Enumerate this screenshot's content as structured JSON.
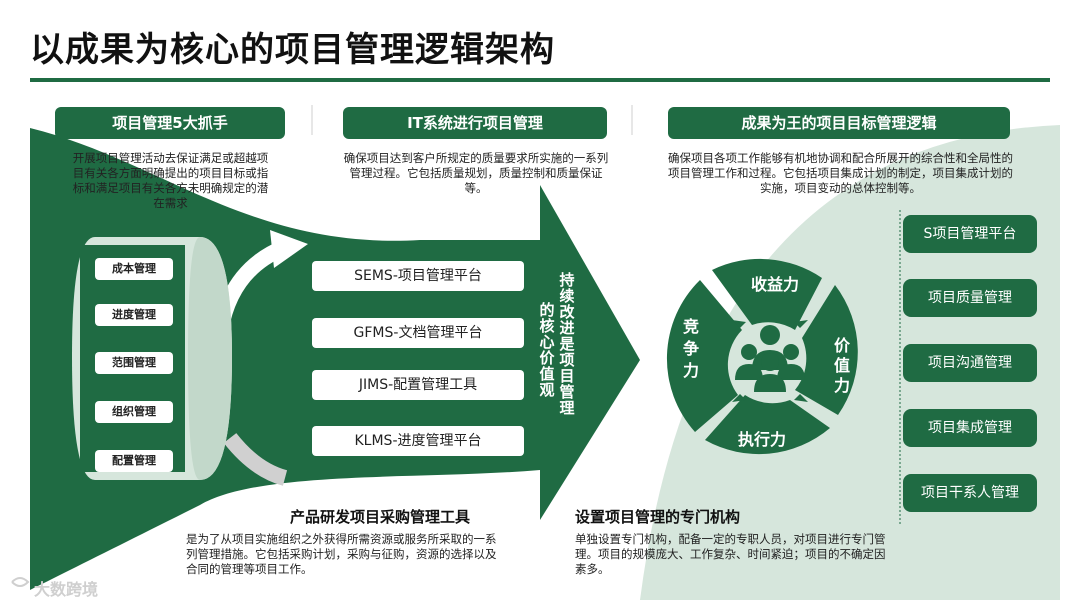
{
  "title": "以成果为核心的项目管理逻辑架构",
  "colors": {
    "primary": "#1f6b43",
    "light": "#d6e6dc"
  },
  "sections": [
    {
      "header": "项目管理5大抓手",
      "desc": "开展项目管理活动去保证满足或超越项目有关各方面明确提出的项目目标或指标和满足项目有关各方未明确规定的潜在需求"
    },
    {
      "header": "IT系统进行项目管理",
      "desc": "确保项目达到客户所规定的质量要求所实施的一系列管理过程。它包括质量规划，质量控制和质量保证等。"
    },
    {
      "header": "成果为王的项目目标管理逻辑",
      "desc": "确保项目各项工作能够有机地协调和配合所展开的综合性和全局性的项目管理工作和过程。它包括项目集成计划的制定，项目集成计划的实施，项目变动的总体控制等。"
    }
  ],
  "drum_items": [
    "成本管理",
    "进度管理",
    "范围管理",
    "组织管理",
    "配置管理"
  ],
  "platforms": [
    "SEMS-项目管理平台",
    "GFMS-文档管理平台",
    "JIMS-配置管理工具",
    "KLMS-进度管理平台"
  ],
  "arrow_text": {
    "col1": "持续改进是项目管理",
    "col2": "的核心价值观"
  },
  "circle": {
    "top": "收益力",
    "right": "价值力",
    "bottom": "执行力",
    "left": "竞争力"
  },
  "mgmt_items": [
    "S项目管理平台",
    "项目质量管理",
    "项目沟通管理",
    "项目集成管理",
    "项目干系人管理"
  ],
  "bottom_left": {
    "title": "产品研发项目采购管理工具",
    "desc": "是为了从项目实施组织之外获得所需资源或服务所采取的一系列管理措施。它包括采购计划，采购与征购，资源的选择以及合同的管理等项目工作。"
  },
  "bottom_right": {
    "title": "设置项目管理的专门机构",
    "desc": "单独设置专门机构，配备一定的专职人员，对项目进行专门管理。项目的规模庞大、工作复杂、时间紧迫；项目的不确定因素多。"
  },
  "watermark": "大数跨境"
}
